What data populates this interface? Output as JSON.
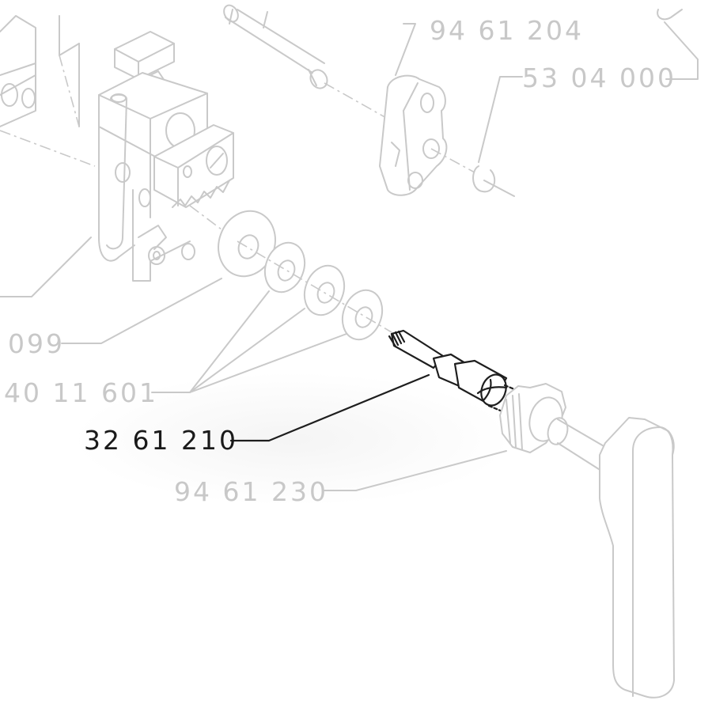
{
  "diagram": {
    "type": "exploded-parts-diagram",
    "highlighted_part": "32 61 210",
    "colors": {
      "background": "#ffffff",
      "faded_linework": "#c9c9c9",
      "highlight_linework": "#1e1e1e",
      "faded_text": "#c8c8c8",
      "highlight_text": "#1a1a1a"
    },
    "labels": [
      {
        "id": "part-94-61-204",
        "text": "94 61 204",
        "highlighted": false
      },
      {
        "id": "part-53-04-000",
        "text": "53 04 000",
        "highlighted": false
      },
      {
        "id": "part-099",
        "text": "099",
        "highlighted": false
      },
      {
        "id": "part-40-11-601",
        "text": "40 11 601",
        "highlighted": false
      },
      {
        "id": "part-32-61-210",
        "text": "32 61 210",
        "highlighted": true
      },
      {
        "id": "part-94-61-230",
        "text": "94 61 230",
        "highlighted": false
      }
    ],
    "components": [
      {
        "name": "feed-block-assembly",
        "highlighted": false
      },
      {
        "name": "pin",
        "highlighted": false
      },
      {
        "name": "link-lever",
        "highlighted": false
      },
      {
        "name": "retaining-ring",
        "highlighted": false
      },
      {
        "name": "large-washer",
        "highlighted": false
      },
      {
        "name": "washer-set",
        "count": 3,
        "highlighted": false
      },
      {
        "name": "shaft",
        "highlighted": true
      },
      {
        "name": "gear-knob",
        "highlighted": false
      }
    ]
  }
}
